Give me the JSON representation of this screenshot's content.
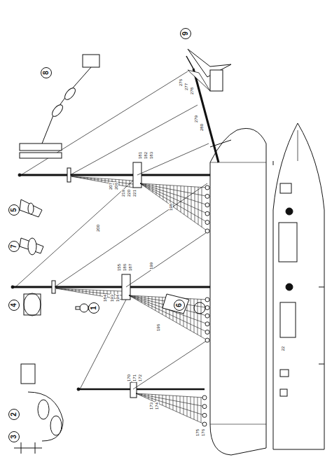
{
  "diagram": {
    "nodes": [
      {
        "text": [
          "9"
        ]
      },
      {
        "text": [
          "8"
        ]
      },
      {
        "text": [
          "5"
        ]
      },
      {
        "text": [
          "7"
        ]
      },
      {
        "text": [
          "4"
        ]
      },
      {
        "text": [
          "6"
        ]
      },
      {
        "text": [
          "1"
        ]
      },
      {
        "text": [
          "3"
        ]
      },
      {
        "text": [
          "2"
        ]
      }
    ],
    "labels": [
      "276",
      "277",
      "278",
      "279",
      "280",
      "181",
      "182",
      "183",
      "206",
      "207",
      "219",
      "220",
      "221",
      "198",
      "200",
      "155",
      "186",
      "187",
      "199",
      "184",
      "193",
      "194",
      "196",
      "170",
      "171",
      "172",
      "173",
      "174",
      "175",
      "176",
      "22"
    ]
  }
}
